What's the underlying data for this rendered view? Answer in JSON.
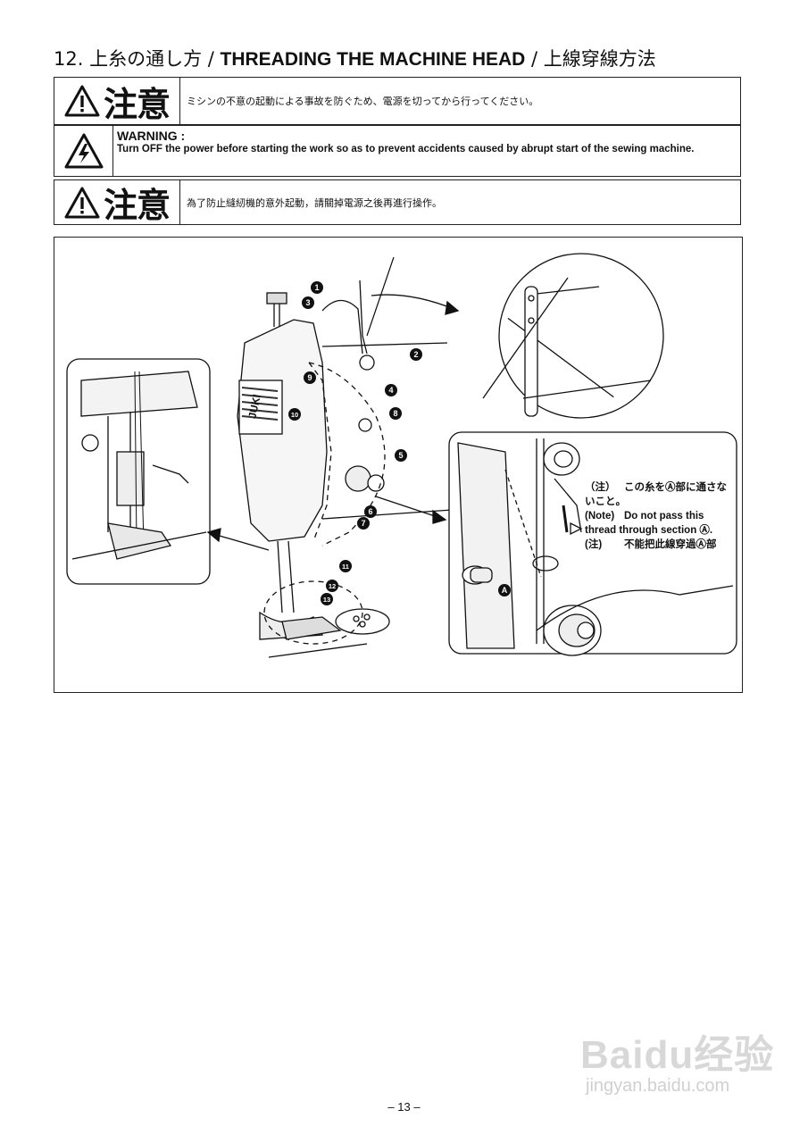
{
  "header": {
    "title_jp": "12. 上糸の通し方",
    "title_sep1": " / ",
    "title_en": "THREADING THE MACHINE HEAD",
    "title_sep2": " / ",
    "title_zh": "上線穿線方法"
  },
  "cautions": [
    {
      "label": "注意",
      "text": "ミシンの不意の起動による事故を防ぐため、電源を切ってから行ってください。"
    },
    {
      "label": "WARNING :",
      "text": "Turn OFF the power before starting the work so as to prevent accidents caused by abrupt start of the sewing machine."
    },
    {
      "label": "注意",
      "text": "為了防止縫紉機的意外起動，請關掉電源之後再進行操作。"
    }
  ],
  "figure": {
    "brand_label": "JUKI",
    "callouts": [
      "1",
      "2",
      "3",
      "4",
      "5",
      "6",
      "7",
      "8",
      "9",
      "10",
      "11",
      "12",
      "13"
    ],
    "section_marker": "A",
    "note": {
      "jp_tag": "（注）",
      "jp_text": "この糸をⒶ部に通さないこと。",
      "en_tag": "(Note)",
      "en_text": "Do not pass this thread through section Ⓐ.",
      "zh_tag": "(注)",
      "zh_text": "不能把此線穿過Ⓐ部"
    }
  },
  "footer": {
    "page_number": "– 13 –"
  },
  "watermark": {
    "brand": "Baidu经验",
    "url": "jingyan.baidu.com"
  }
}
